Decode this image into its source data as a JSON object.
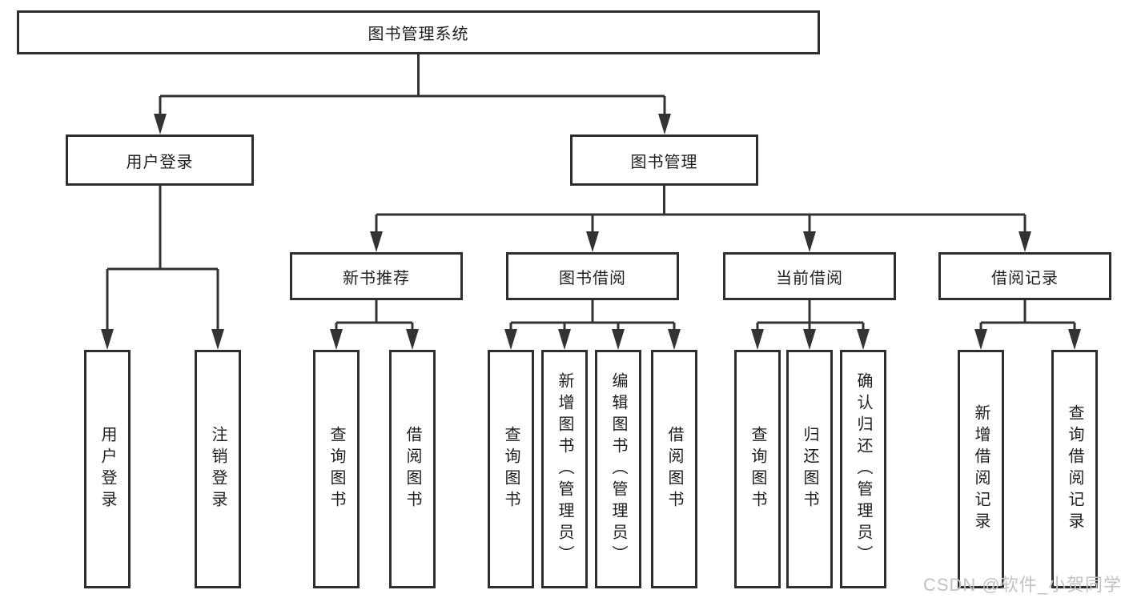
{
  "nodes": {
    "root": {
      "label": "图书管理系统"
    },
    "l2": [
      {
        "label": "用户登录"
      },
      {
        "label": "图书管理"
      }
    ],
    "l3": [
      {
        "label": "新书推荐"
      },
      {
        "label": "图书借阅"
      },
      {
        "label": "当前借阅"
      },
      {
        "label": "借阅记录"
      }
    ],
    "groups": {
      "user_login_children": [
        {
          "label": "用户登录"
        },
        {
          "label": "注销登录"
        }
      ],
      "new_book_children": [
        {
          "label": "查询图书"
        },
        {
          "label": "借阅图书"
        }
      ],
      "book_borrow_children": [
        {
          "label": "查询图书"
        },
        {
          "label": "新增图书（管理员）"
        },
        {
          "label": "编辑图书（管理员）"
        },
        {
          "label": "借阅图书"
        }
      ],
      "current_borrow_children": [
        {
          "label": "查询图书"
        },
        {
          "label": "归还图书"
        },
        {
          "label": "确认归还（管理员）"
        }
      ],
      "record_children": [
        {
          "label": "新增借阅记录"
        },
        {
          "label": "查询借阅记录"
        }
      ]
    }
  },
  "watermark": "CSDN @软件_小贺同学",
  "colors": {
    "line": "#333333",
    "border": "#2e2e2e",
    "text": "#1f1f1f",
    "watermark": "#c2c2c2",
    "background": "#ffffff"
  }
}
